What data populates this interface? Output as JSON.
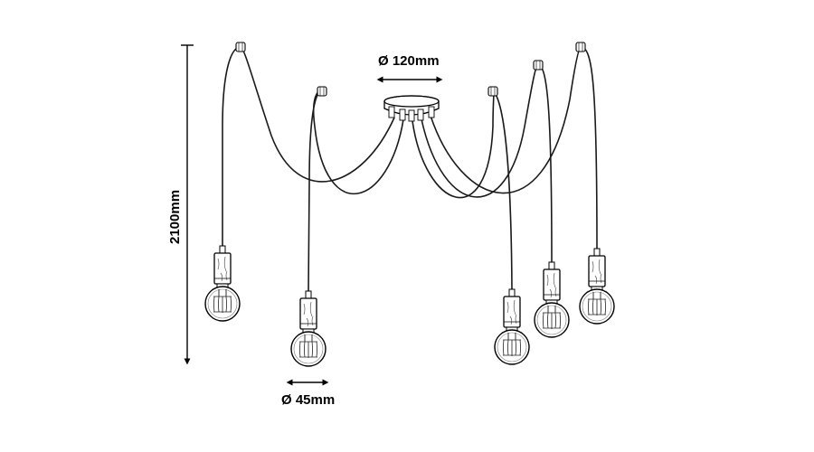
{
  "dimensions": {
    "canopy_diameter": "Ø 120mm",
    "height": "2100mm",
    "shade_diameter": "Ø 45mm"
  },
  "colors": {
    "line": "#000000",
    "background": "#ffffff"
  },
  "icons": [
    "double-arrow-icon",
    "vertical-arrow-icon"
  ]
}
